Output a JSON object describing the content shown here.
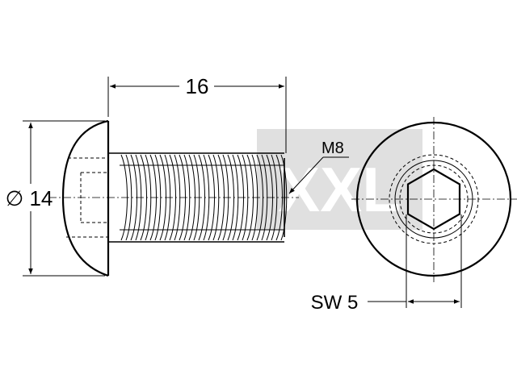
{
  "dimensions": {
    "length": "16",
    "diameter": "∅ 14",
    "thread": "M8",
    "socket": "SW 5"
  },
  "watermark": {
    "text": "XXL",
    "color": "#d9d9d9"
  },
  "colors": {
    "line": "#000000",
    "background": "#ffffff"
  }
}
